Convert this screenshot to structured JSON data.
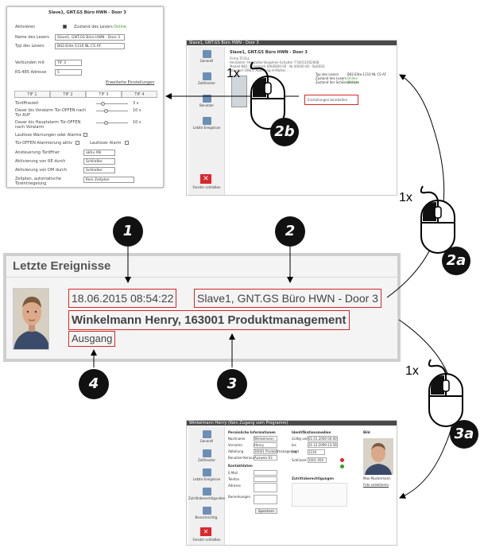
{
  "detail_panel": {
    "title": "Slave1, GNT.GS Büro HWN - Door 3",
    "activate_label": "Aktivieren",
    "reader_state_label": "Zustand des Lesers",
    "reader_state_value": "Online",
    "reader_name_label": "Name des Lesers",
    "reader_name_value": "Slave1, GNT.GS Büro HWN - Door 3",
    "reader_type_label": "Typ des Lesers",
    "reader_type_value": "B02-Elite-1110 NL CS AF",
    "connected_with_label": "Verbunden mit",
    "connected_with_value": "TIF 3",
    "rs485_label": "RS-485 Adresse",
    "rs485_value": "5",
    "advanced_settings": "Erweiterte Einstellungen",
    "tabs": [
      "TIF 1",
      "TIF 2",
      "TIF 3",
      "TIF 4"
    ],
    "settings": [
      {
        "label": "Türöffnezeit",
        "value": "3 s"
      },
      {
        "label": "Dauer bis Voralarm Tür-OFFEN nach Tür AUF",
        "value": "10 s"
      },
      {
        "label": "Dauer bis Hauptalarm Tür-OFFEN nach Voralarm",
        "value": "10 s"
      }
    ],
    "silent_warnings_label": "Lautlose Warnungen oder Alarme",
    "door_open_alarm_label": "Tür-OFFEN Alarmierung aktiv",
    "silent_alarm_label": "Lautloser Alarm",
    "door_opener_control_label": "Ansteuerung Türöffner",
    "door_opener_control_value": "aktiv AN",
    "activation_re_label": "Aktivierung von RE durch",
    "activation_re_value": "Schließer",
    "activation_dm_label": "Aktivierung von DM durch",
    "activation_dm_value": "Schließer",
    "schedule_label": "Zeitplan, automatische Türentriegelung",
    "schedule_value": "Kein Zeitplan"
  },
  "device_window": {
    "title_bar": "Slave1, GNT.GS Büro HWN - Door 3",
    "sidebar_items": [
      "Generell",
      "Zeitfenster",
      "Benutzer",
      "Letzte Ereignisse"
    ],
    "close_label": "Fenster schließen",
    "device_title": "Slave1, GNT.GS Büro HWN - Door 3",
    "device_lines": [
      "Firma TCOLL",
      "Hersteller: Hersteller-Vorgehen-Schalter T-50011002668",
      "Modell NB1: Dinemach 0AVE800-00 - Nr.00000-00 - Bu6SSS",
      "Standort OAB.C Abteilung H-Mutter ..."
    ],
    "status_labels": [
      "Typ des Lesers",
      "Zustand des Lesers",
      "Zustand der Schlüsselleiste"
    ],
    "status_values": [
      "B02-Elite-1110 NL CS AF",
      "Online",
      "Online"
    ],
    "settings_link": "Einstellungen bearbeiten"
  },
  "user_window": {
    "title_bar": "Winkelmann Henry (Kein Zugang vom Programm)",
    "sidebar_items": [
      "Generell",
      "Zeitfenster",
      "Letzte Ereignisse",
      "Zutrittsberechtigunden",
      "Benachrichtig."
    ],
    "close_label": "Fenster schließen",
    "personal_header": "Persönliche Informationen",
    "personal_labels": [
      "Nachname",
      "Vorname",
      "Abteilung",
      "Benutzer-Kennung"
    ],
    "personal_values": [
      "Winkelmann",
      "Henry",
      "30001 Produktmanagement",
      "Ausweis 63"
    ],
    "contact_header": "Kontaktdaten",
    "contact_labels": [
      "E-Mail",
      "Telefon",
      "Adresse",
      "Bemerkungen"
    ],
    "identification_header": "Identifikationsmedien",
    "id_labels": [
      "Gültig von",
      "bis",
      "PIN",
      "Schlüssel"
    ],
    "id_values": [
      "01.01.2000 00:00",
      "31.12.2099 23:59",
      "1234",
      "1001 050"
    ],
    "access_header": "Zutrittsberechtigungen",
    "photo_header": "Bild",
    "photo_caption": "Max Mustermann",
    "remove_photo": "Foto selektieren",
    "save_button": "Speichern"
  },
  "events_panel": {
    "title": "Letzte Ereignisse",
    "timestamp": "18.06.2015 08:54:22",
    "device": "Slave1, GNT.GS Büro HWN - Door 3",
    "person": "Winkelmann Henry, 163001 Produktmanagement",
    "direction": "Ausgang"
  },
  "annotations": {
    "callouts": [
      "1",
      "2",
      "3",
      "4"
    ],
    "mouse_labels": [
      "2b",
      "2a",
      "3a"
    ],
    "click_label": "1x"
  },
  "colors": {
    "highlight": "#d62828",
    "callout": "#111111",
    "online": "#3c9a2a",
    "close_button": "#d9272e"
  }
}
